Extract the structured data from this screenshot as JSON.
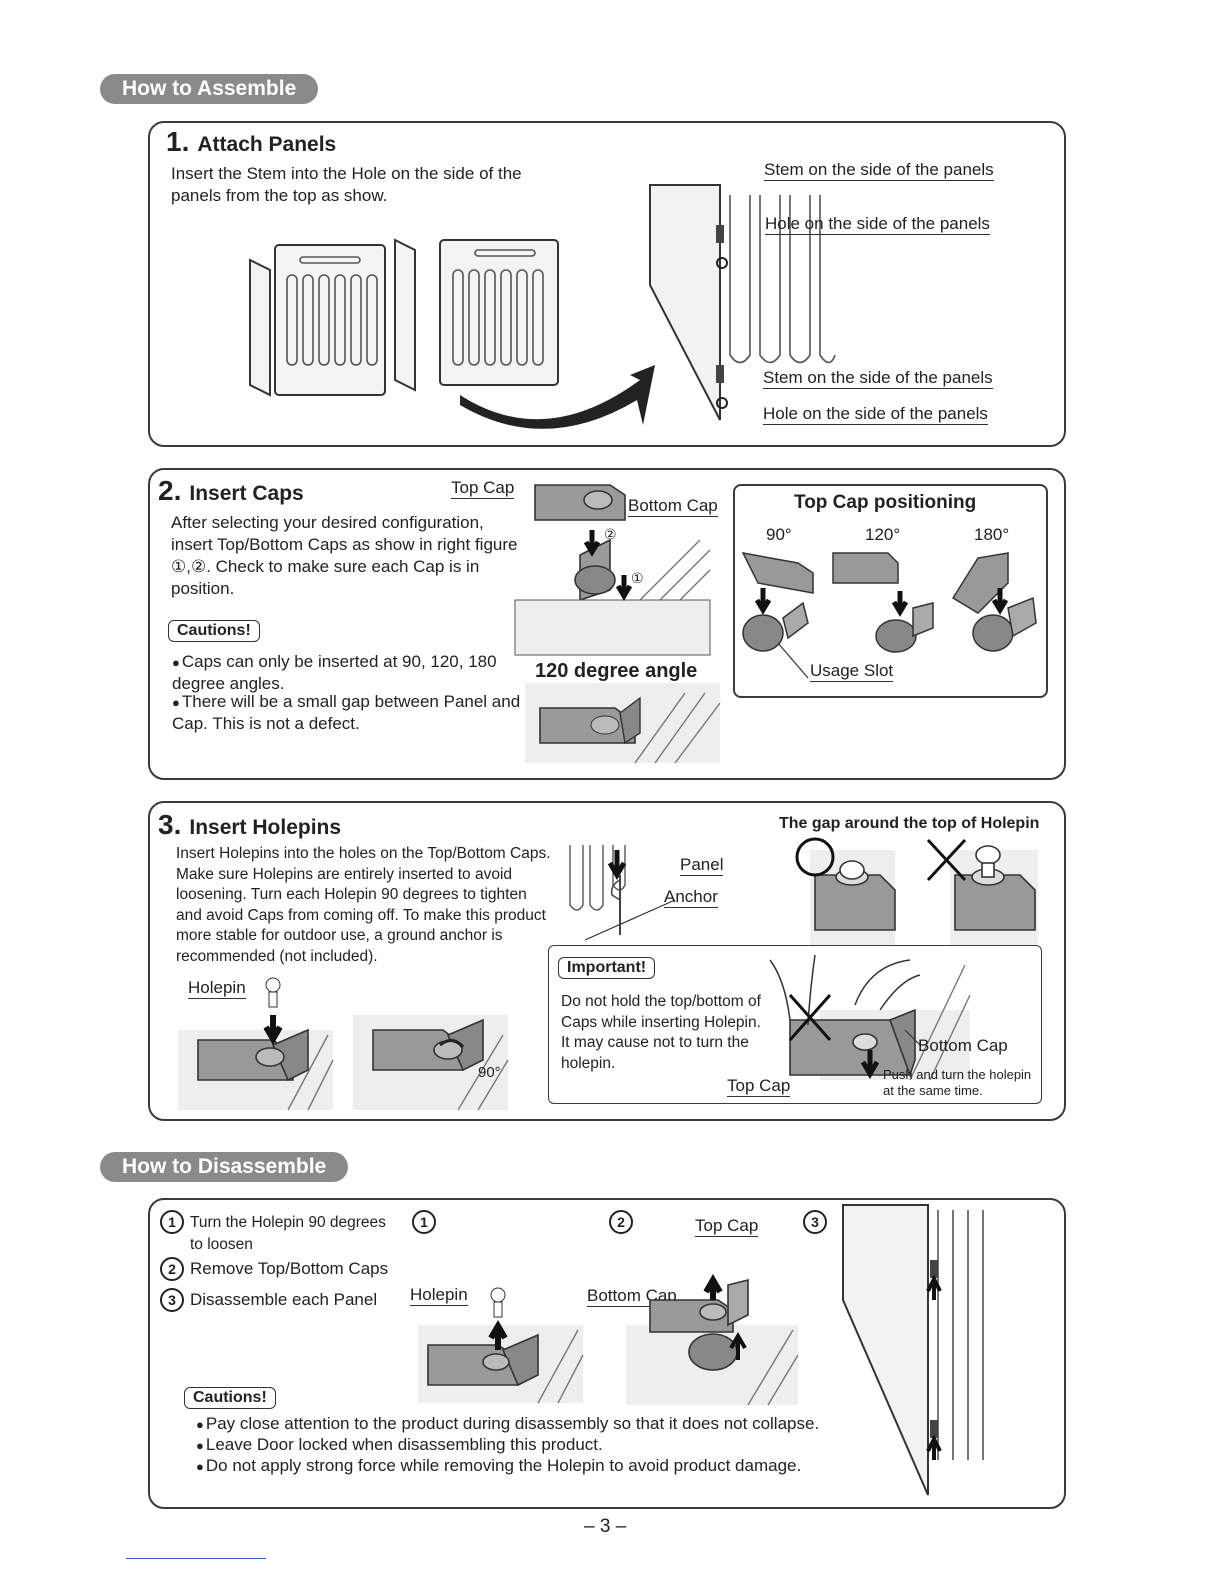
{
  "assemble": {
    "title": "How to Assemble",
    "step1": {
      "num": "1.",
      "title": "Attach Panels",
      "text": "Insert the Stem into the Hole on the side of the panels from the top as show.",
      "labels": [
        "Stem on the side of the panels",
        "Hole on the side of the panels",
        "Stem on the side of the panels",
        "Hole on the side of the panels"
      ]
    },
    "step2": {
      "num": "2.",
      "title": "Insert Caps",
      "text": "After selecting your desired configuration, insert Top/Bottom Caps as show in right figure ①,②. Check to make sure each Cap is in position.",
      "top_cap": "Top Cap",
      "bottom_cap": "Bottom Cap",
      "mark1": "①",
      "mark2": "②",
      "cautions_label": "Cautions!",
      "cautions": [
        "Caps can only be inserted at 90, 120, 180 degree angles.",
        "There will be a small gap between Panel and Cap. This is not a defect."
      ],
      "angle_caption": "120 degree angle",
      "positioning": {
        "title": "Top Cap positioning",
        "angles": [
          "90°",
          "120°",
          "180°"
        ],
        "usage_slot": "Usage Slot"
      }
    },
    "step3": {
      "num": "3.",
      "title": "Insert Holepins",
      "text": "Insert Holepins into the holes on the Top/Bottom Caps. Make sure Holepins are entirely inserted to avoid loosening. Turn each Holepin 90 degrees to tighten and avoid Caps from coming off. To make this product more stable for outdoor use, a ground anchor is recommended (not included).",
      "holepin": "Holepin",
      "deg": "90°",
      "panel": "Panel",
      "anchor": "Anchor",
      "gap_title": "The gap around the top of Holepin",
      "important_label": "Important!",
      "important_text": "Do not hold the top/bottom of Caps while inserting Holepin. It may cause not to turn the holepin.",
      "bottom_cap": "Bottom Cap",
      "top_cap": "Top Cap",
      "push_text": "Push and turn the holepin at the same time."
    }
  },
  "disassemble": {
    "title": "How to Disassemble",
    "steps": [
      {
        "mark": "1",
        "text": "Turn the Holepin 90 degrees to loosen"
      },
      {
        "mark": "2",
        "text": "Remove Top/Bottom Caps"
      },
      {
        "mark": "3",
        "text": "Disassemble each Panel"
      }
    ],
    "fig_marks": [
      "1",
      "2",
      "3"
    ],
    "holepin": "Holepin",
    "top_cap": "Top Cap",
    "bottom_cap": "Bottom Cap",
    "cautions_label": "Cautions!",
    "cautions": [
      "Pay close attention to the product during disassembly so that it does not collapse.",
      "Leave Door locked when disassembling this product.",
      "Do not apply strong force while removing the Holepin to avoid product damage."
    ]
  },
  "page_number": "– 3 –"
}
